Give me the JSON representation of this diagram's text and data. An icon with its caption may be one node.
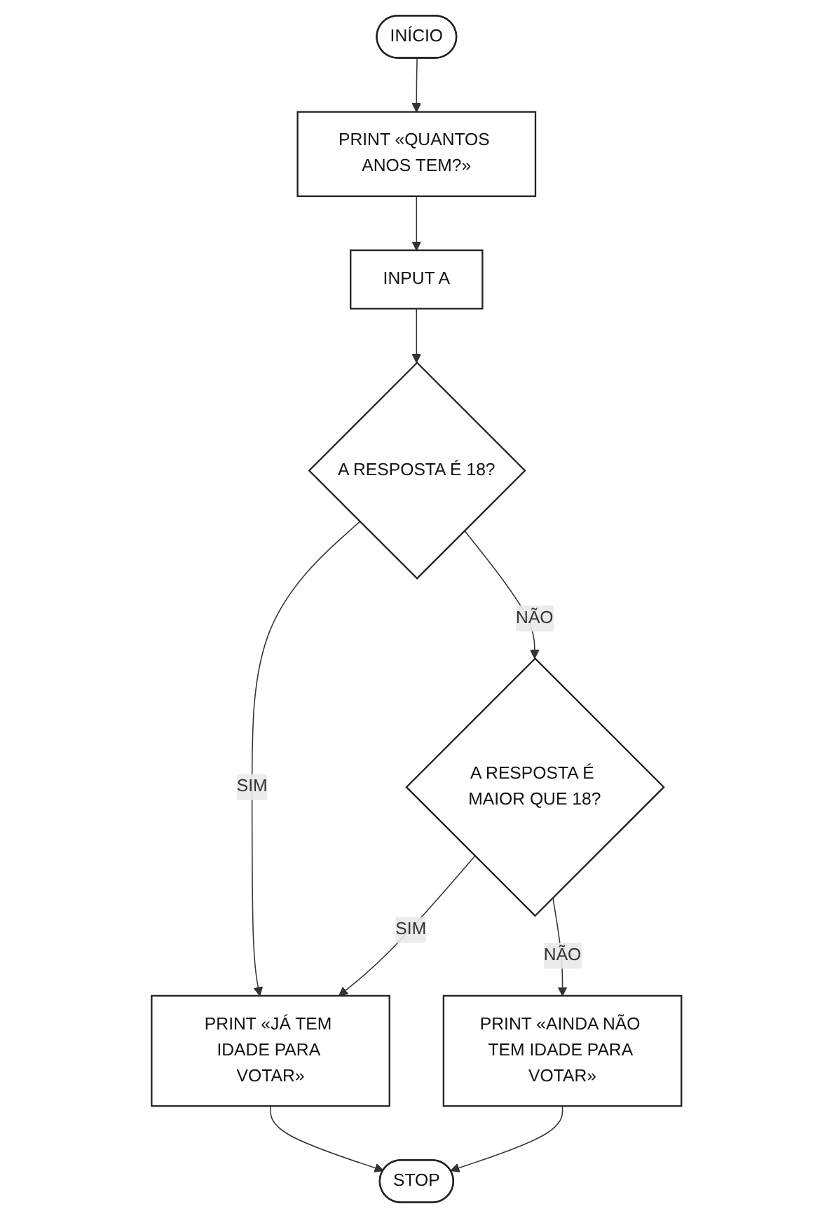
{
  "diagram": {
    "nodes": [
      {
        "text": [
          "INÍCIO"
        ]
      },
      {
        "text": [
          "PRINT «QUANTOS ANOS TEM?»"
        ]
      },
      {
        "text": [
          "INPUT A"
        ]
      },
      {
        "text": [
          "A RESPOSTA É 18?"
        ]
      },
      {
        "text": [
          "A RESPOSTA É MAIOR QUE 18?"
        ]
      },
      {
        "text": [
          "PRINT «JÁ TEM IDADE PARA VOTAR»"
        ]
      },
      {
        "text": [
          "STOP"
        ]
      },
      {
        "text": [
          "PRINT «AINDA NÃO TEM IDADE PARA VOTAR»"
        ]
      }
    ],
    "edges": [
      {
        "from": 0,
        "to": 1,
        "arrow": "to"
      },
      {
        "from": 1,
        "to": 2,
        "arrow": "to"
      },
      {
        "from": 2,
        "to": 3,
        "arrow": "to"
      },
      {
        "from": 3,
        "to": 4,
        "arrow": "to",
        "label": "NÃO"
      },
      {
        "from": 3,
        "to": 5,
        "arrow": "to",
        "label": "SIM"
      },
      {
        "from": 4,
        "to": 5,
        "arrow": "to",
        "label": "SIM"
      },
      {
        "from": 4,
        "to": 7,
        "arrow": "to",
        "label": "NÃO"
      },
      {
        "from": 5,
        "to": 6,
        "arrow": "to"
      },
      {
        "from": 7,
        "to": 6,
        "arrow": "to"
      }
    ]
  }
}
